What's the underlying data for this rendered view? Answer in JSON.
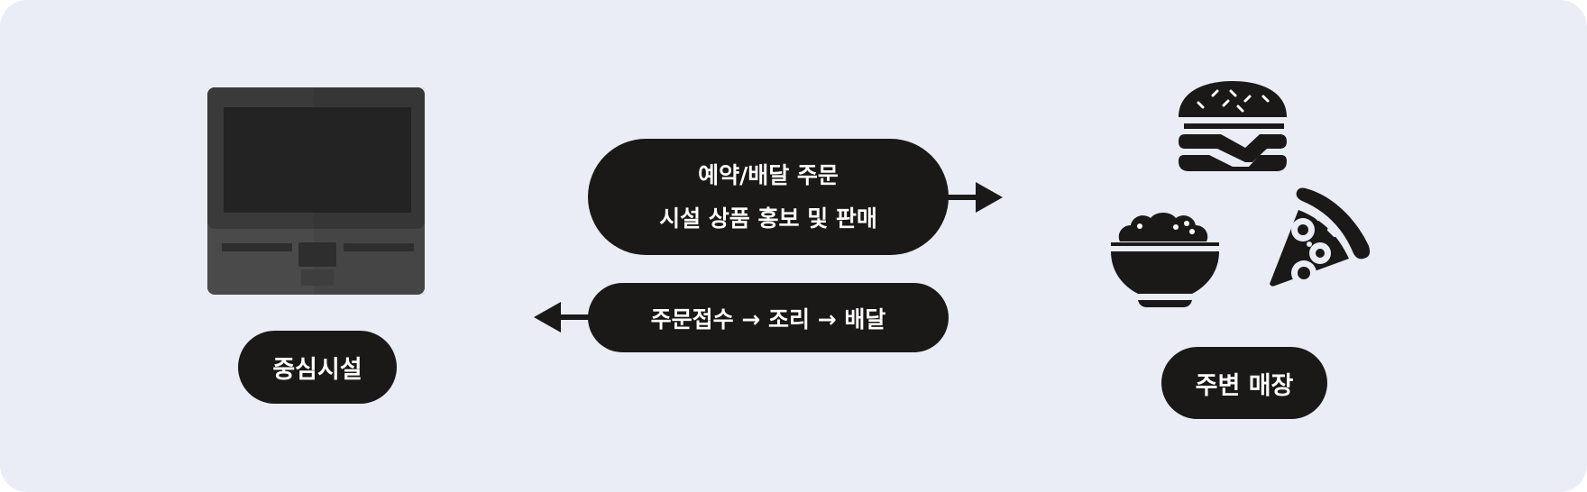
{
  "diagram": {
    "center_facility": {
      "label": "중심시설",
      "icon": "kiosk-terminal-icon"
    },
    "nearby_store": {
      "label": "주변 매장",
      "icons": [
        "burger-icon",
        "rice-bowl-icon",
        "pizza-icon"
      ]
    },
    "flow_to_store": {
      "line1": "예약/배달 주문",
      "line2": "시설 상품 홍보 및 판매"
    },
    "flow_to_center": {
      "label": "주문접수 → 조리 → 배달"
    }
  }
}
